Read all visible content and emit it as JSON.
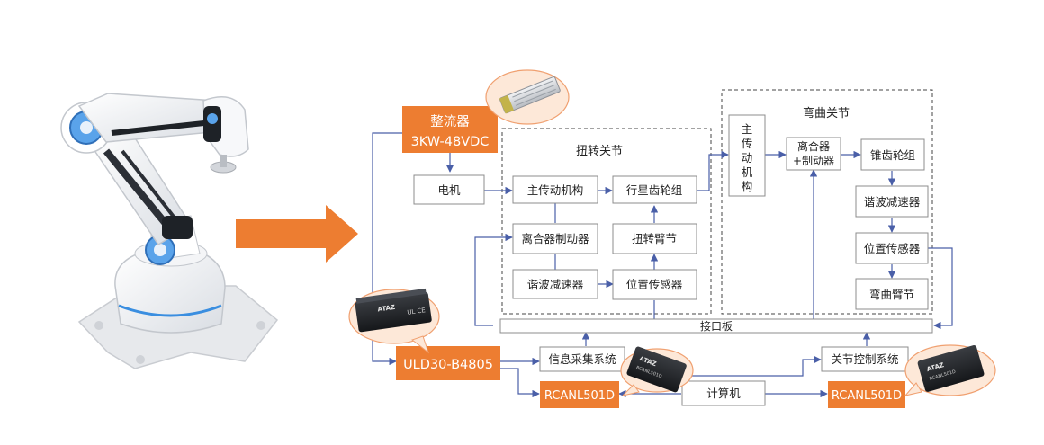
{
  "colors": {
    "accent": "#ED7D31",
    "line": "#4A5FA8",
    "box_border": "#8C8C8C",
    "text": "#222222"
  },
  "illustrations": {
    "robot_arm": "robot-arm-image",
    "rectifier_module": "rectifier-module-image",
    "dcdc_converter": "dcdc-converter-image",
    "rcanl_module_left": "rcanl-module-image",
    "rcanl_module_right": "rcanl-module-image"
  },
  "torsion": {
    "title": "扭转关节",
    "main_drive": "主传动机构",
    "planetary_gear": "行星齿轮组",
    "clutch_brake": "离合器制动器",
    "torsion_arm": "扭转臂节",
    "harmonic_reducer": "谐波减速器",
    "position_sensor": "位置传感器"
  },
  "bending": {
    "title": "弯曲关节",
    "main_drive": "主传动机构",
    "clutch_brake_l1": "离合器",
    "clutch_brake_l2": "+制动器",
    "bevel_gear": "锥齿轮组",
    "harmonic_reducer": "谐波减速器",
    "position_sensor": "位置传感器",
    "bending_arm": "弯曲臂节"
  },
  "rectifier": {
    "line1": "整流器",
    "line2": "3KW-48VDC"
  },
  "motor": "电机",
  "interface_board": "接口板",
  "dcdc": "ULD30-B4805",
  "info_system": "信息采集系统",
  "joint_control": "关节控制系统",
  "computer": "计算机",
  "rcanl_left": "RCANL501D",
  "rcanl_right": "RCANL501D",
  "module_logo": "ATAZ",
  "module_label": "RCANL501D"
}
